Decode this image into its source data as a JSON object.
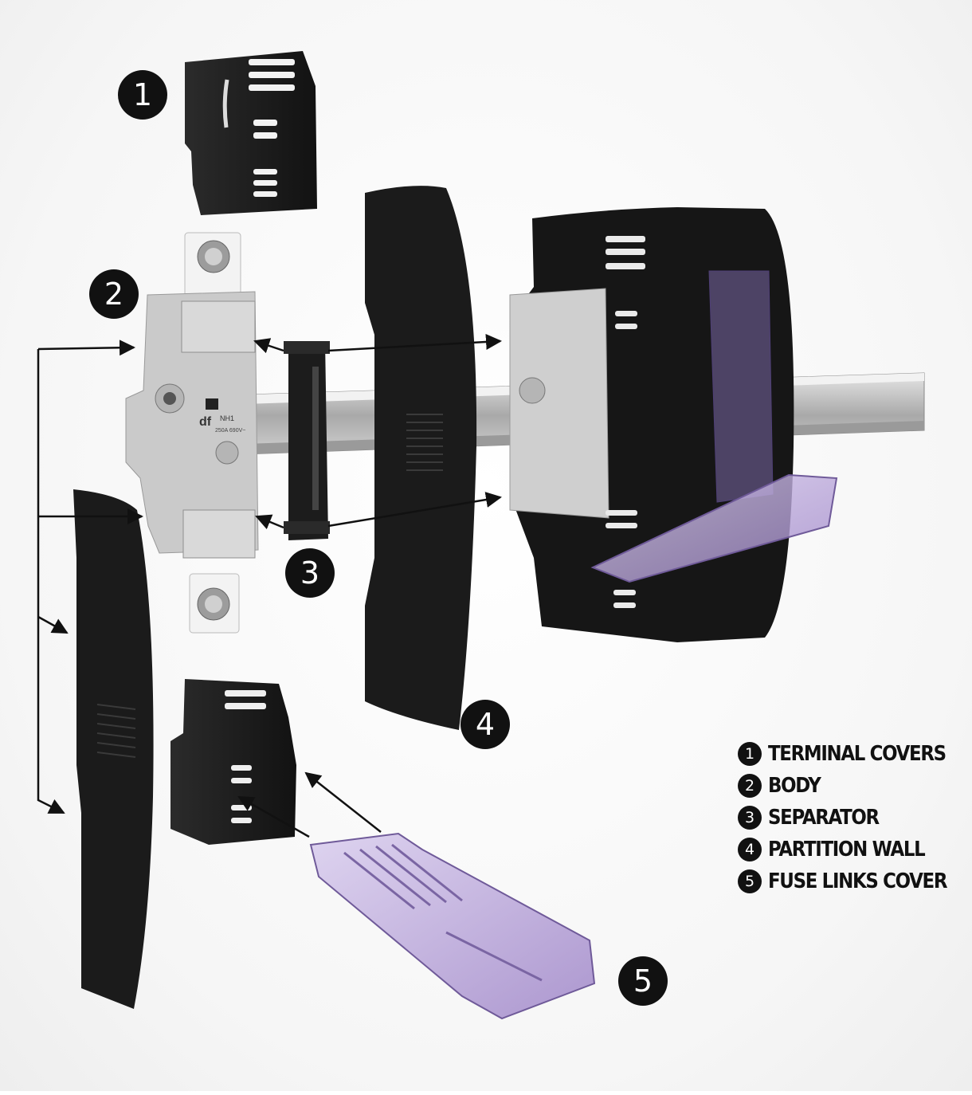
{
  "callouts": [
    {
      "number": "1"
    },
    {
      "number": "2"
    },
    {
      "number": "3"
    },
    {
      "number": "4"
    },
    {
      "number": "5"
    }
  ],
  "legend": [
    {
      "number": "1",
      "label": "TERMINAL COVERS"
    },
    {
      "number": "2",
      "label": "BODY"
    },
    {
      "number": "3",
      "label": "SEPARATOR"
    },
    {
      "number": "4",
      "label": "PARTITION WALL"
    },
    {
      "number": "5",
      "label": "FUSE LINKS COVER"
    }
  ],
  "body_label": {
    "brand": "df",
    "model": "NH1",
    "rating": "250A 690V~"
  },
  "colors": {
    "plastic_black": "#1a1a1a",
    "body_grey": "#c9c9c9",
    "metal": "#bdbdbd",
    "fuse_cover_purple": "#b9a6d6",
    "callout": "#111111"
  }
}
